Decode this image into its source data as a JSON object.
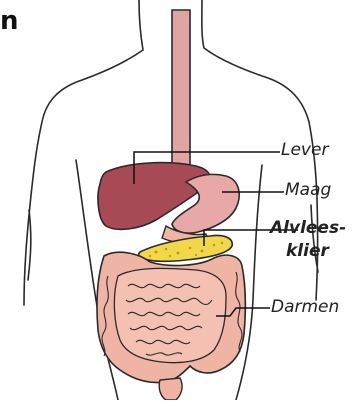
{
  "title_fragment": "n",
  "labels": {
    "lever": "Lever",
    "maag": "Maag",
    "alvleesklier_line1": "Alvlees-",
    "alvleesklier_line2": "klier",
    "darmen": "Darmen"
  },
  "colors": {
    "liver": "#a84a56",
    "stomach": "#e8a8a8",
    "pancreas": "#f0d84a",
    "intestine": "#efb4a4",
    "esophagus": "#e2a3a3",
    "outline": "#2a2a2a"
  }
}
